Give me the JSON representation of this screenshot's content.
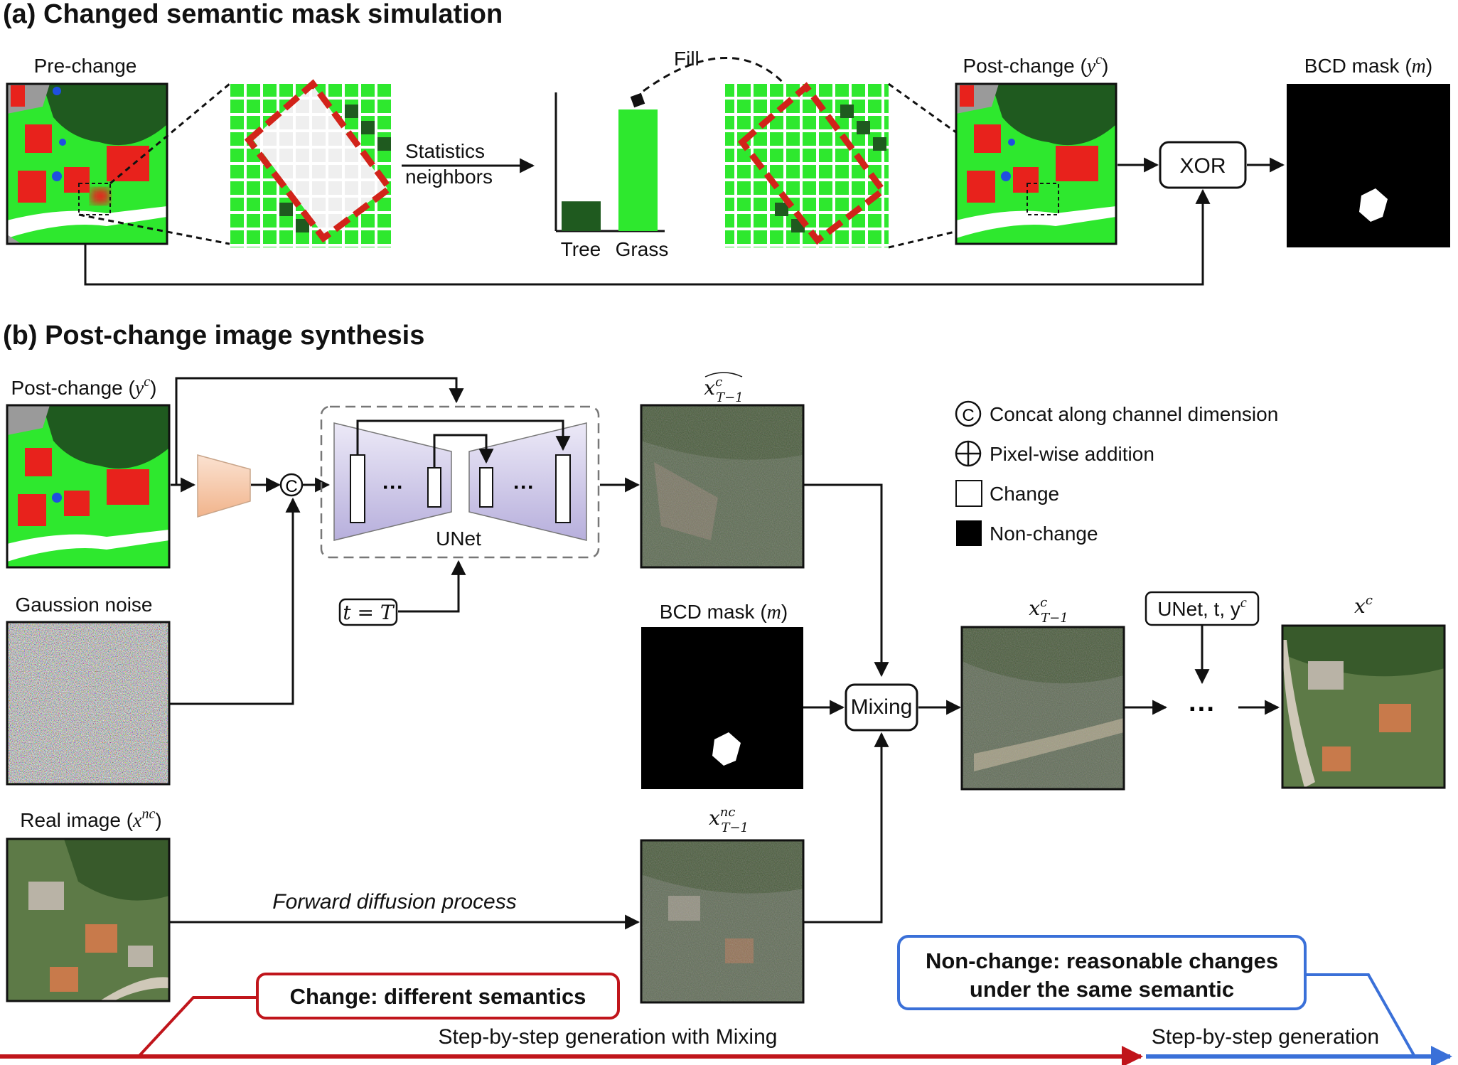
{
  "section_a": {
    "title": "(a) Changed semantic mask simulation",
    "pre_change_label": "Pre-change",
    "post_change_label": "Post-change (",
    "post_change_var": "y",
    "post_change_sup": "c",
    "post_change_close": ")",
    "bcd_mask_label": "BCD mask (",
    "bcd_mask_var": "m",
    "bcd_mask_close": ")",
    "statistics_line1": "Statistics",
    "statistics_line2": "neighbors",
    "fill_label": "Fill",
    "bar_labels": [
      "Tree",
      "Grass"
    ],
    "bar_values": [
      0.22,
      0.9
    ],
    "xor_label": "XOR"
  },
  "section_b": {
    "title": "(b) Post-change image synthesis",
    "post_change_label": "Post-change (",
    "gaussian_label": "Gaussion noise",
    "real_image_label": "Real image (",
    "real_image_var": "x",
    "real_image_sup": "nc",
    "unet_label": "UNet",
    "dots": "···",
    "t_equals": "t = T",
    "concat_symbol": "C",
    "x_hat_var": "x",
    "x_hat_sup": "c",
    "x_hat_sub": "T−1",
    "bcd_mask_label": "BCD mask (",
    "mixing_label": "Mixing",
    "x_tm1_var": "x",
    "x_tm1_sup": "c",
    "x_tm1_sub": "T−1",
    "x_nc_var": "x",
    "x_nc_sup": "nc",
    "x_nc_sub": "T−1",
    "unet_t_yc": "UNet, t, y",
    "unet_t_yc_sup": "c",
    "final_dots": "···",
    "xc_var": "x",
    "xc_sup": "c",
    "forward_diffusion": "Forward diffusion process"
  },
  "legend": {
    "concat": "Concat along channel dimension",
    "addition": "Pixel-wise addition",
    "change": "Change",
    "non_change": "Non-change"
  },
  "banners": {
    "change": "Change: different semantics",
    "non_change_line1": "Non-change: reasonable changes",
    "non_change_line2": "under the same semantic"
  },
  "timeline": {
    "mixing_text": "Step-by-step generation with Mixing",
    "generation_text": "Step-by-step generation"
  },
  "colors": {
    "grass": "#2ee82e",
    "tree": "#1f5a1f",
    "building": "#e8221c",
    "road": "#ffffff",
    "water": "#1f4fe0",
    "gray": "#9a9a9a",
    "change_red": "#c0151b",
    "non_change_blue": "#3a70d8",
    "unet_fill": "#c9c3e4",
    "encoder_fill": "#f4c2a1"
  }
}
